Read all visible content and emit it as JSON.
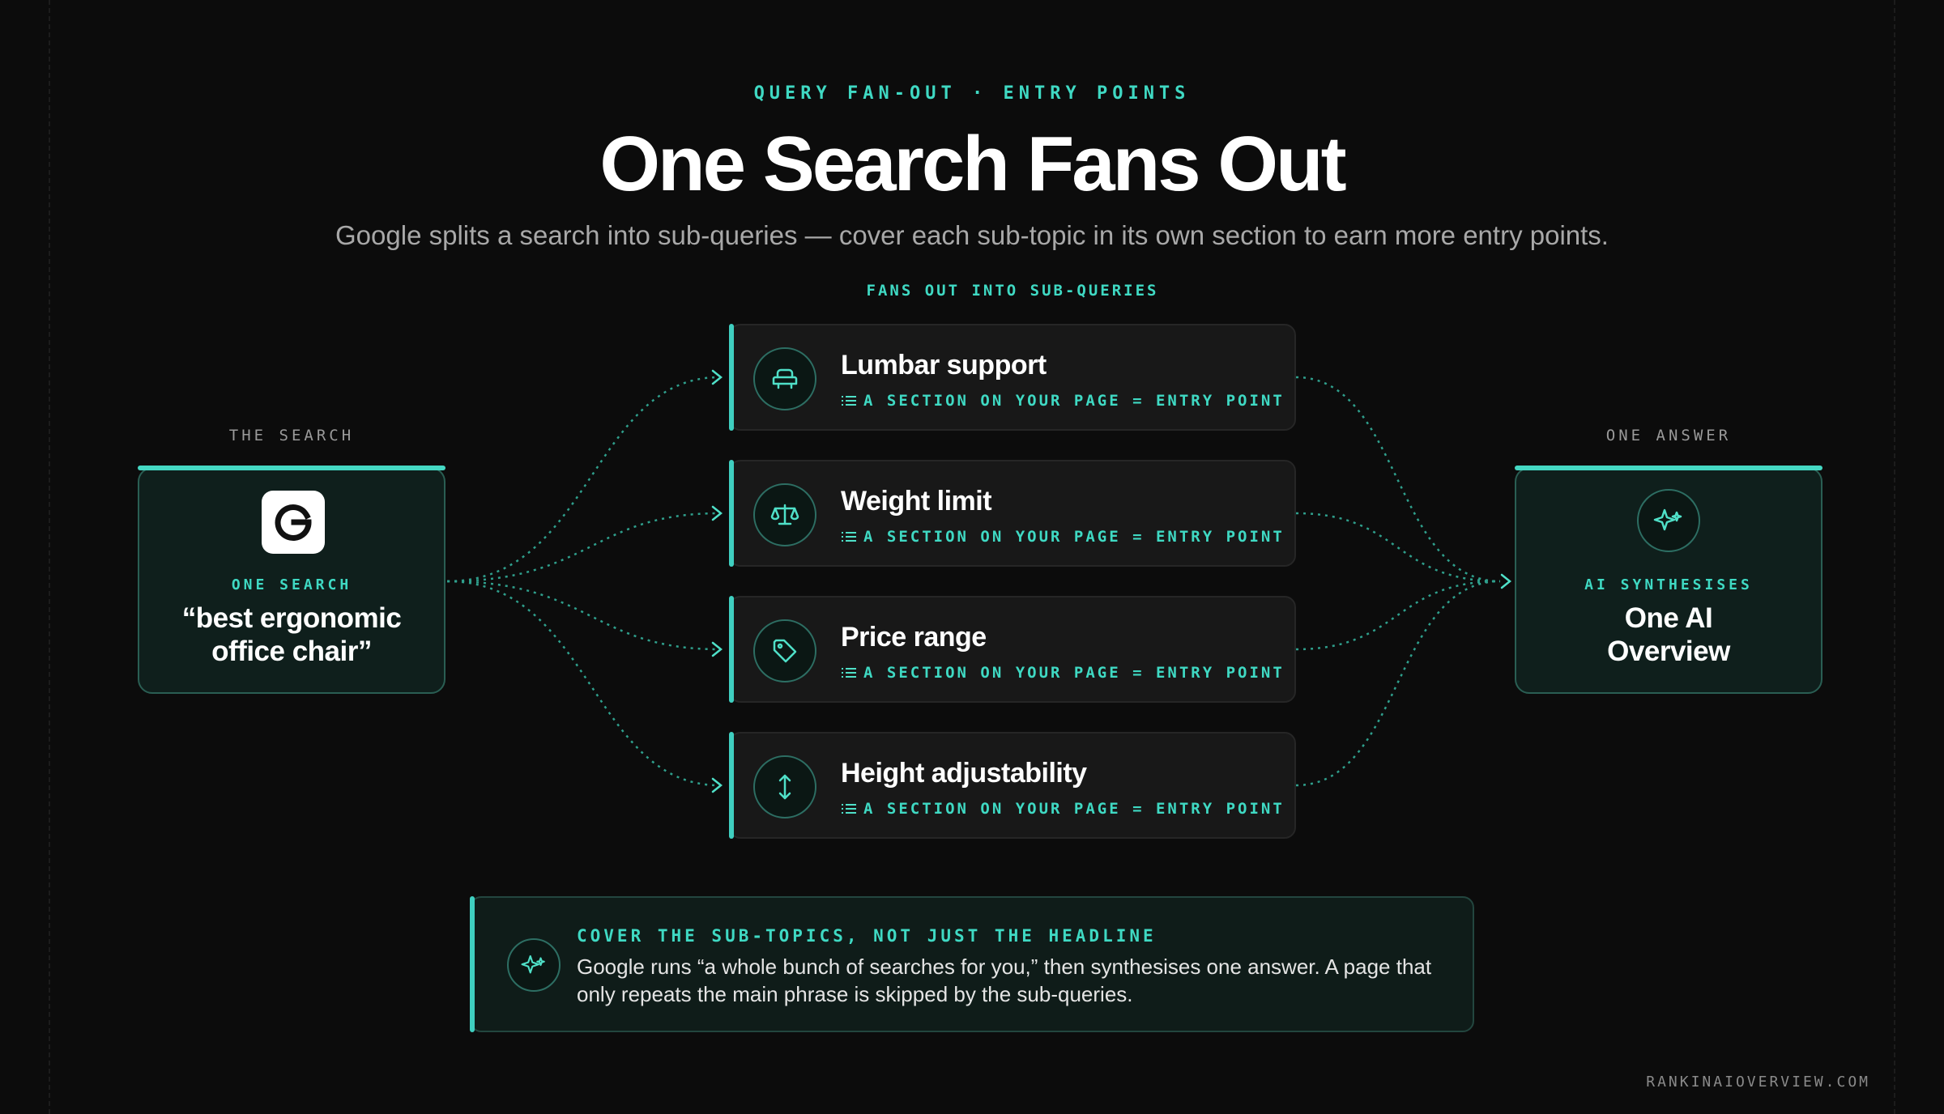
{
  "eyebrow": "QUERY FAN-OUT · ENTRY POINTS",
  "title": "One Search Fans Out",
  "subtitle": "Google splits a search into sub-queries — cover each sub-topic in its own section to earn more entry points.",
  "fans_label": "FANS OUT INTO SUB-QUERIES",
  "search": {
    "label": "THE SEARCH",
    "kicker": "ONE SEARCH",
    "query": "“best ergonomic office chair”",
    "icon": "google-icon"
  },
  "answer": {
    "label": "ONE ANSWER",
    "kicker": "AI SYNTHESISES",
    "text": "One AI Overview",
    "icon": "sparkle-icon"
  },
  "subqueries": [
    {
      "title": "Lumbar support",
      "subtitle": "A SECTION ON YOUR PAGE = ENTRY POINT",
      "icon": "chair-icon"
    },
    {
      "title": "Weight limit",
      "subtitle": "A SECTION ON YOUR PAGE = ENTRY POINT",
      "icon": "scale-icon"
    },
    {
      "title": "Price range",
      "subtitle": "A SECTION ON YOUR PAGE = ENTRY POINT",
      "icon": "tag-icon"
    },
    {
      "title": "Height adjustability",
      "subtitle": "A SECTION ON YOUR PAGE = ENTRY POINT",
      "icon": "vertical-arrows-icon"
    }
  ],
  "note": {
    "title": "COVER THE SUB-TOPICS, NOT JUST THE HEADLINE",
    "body": "Google runs “a whole bunch of searches for you,” then synthesises one answer. A page that only repeats the main phrase is skipped by the sub-queries.",
    "icon": "sparkle-icon"
  },
  "footer": "RANKINAIOVERVIEW.COM",
  "colors": {
    "background": "#0c0c0c",
    "accent": "#3fd9c3",
    "card": "#181818",
    "box": "#0f1f1c"
  }
}
